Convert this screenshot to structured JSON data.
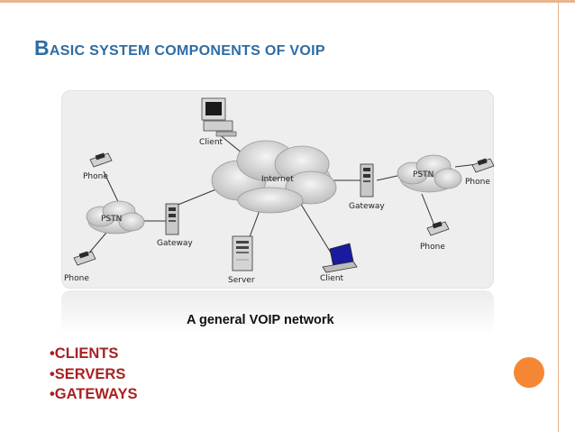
{
  "colors": {
    "title": "#2e6ca4",
    "bullet": "#a82121",
    "accent": "#f58634",
    "frame": "#e8b48f"
  },
  "slide": {
    "title_first": "B",
    "title_rest": "asic system components of VOIP",
    "caption": "A general VOIP network",
    "bullets": [
      "•CLIENTS",
      "•SERVERS",
      "•GATEWAYS"
    ]
  },
  "diagram": {
    "clouds": [
      "Internet",
      "PSTN",
      "PSTN"
    ],
    "devices": [
      "Client",
      "Phone",
      "PSTN",
      "Gateway",
      "Phone",
      "Server",
      "Client",
      "Gateway",
      "PSTN",
      "Phone",
      "Phone",
      "Internet"
    ],
    "icons": [
      "desktop-computer-icon",
      "telephone-icon",
      "server-tower-icon",
      "laptop-icon",
      "cloud-icon"
    ]
  }
}
